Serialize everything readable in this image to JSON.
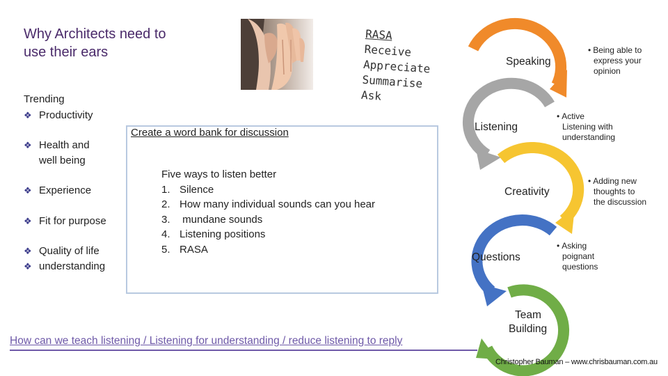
{
  "title": "Why Architects need to use their ears",
  "left_list": {
    "header": "Trending",
    "items": [
      "Productivity",
      "Health and well being",
      "Experience",
      "Fit for purpose",
      "Quality of life",
      "understanding"
    ]
  },
  "rasa": {
    "lines": [
      "RASA",
      "Receive",
      "Appreciate",
      "Summarise",
      "Ask"
    ]
  },
  "box": {
    "heading": "Create a word bank for discussion",
    "list_title": "Five ways to listen better",
    "items": [
      {
        "num": "1.",
        "text": "Silence"
      },
      {
        "num": "2.",
        "text": "How many individual sounds can you hear"
      },
      {
        "num": "3.",
        "text": " mundane sounds"
      },
      {
        "num": "4.",
        "text": "Listening positions"
      },
      {
        "num": "5.",
        "text": "RASA"
      }
    ]
  },
  "bottom_line": "How can we teach listening  / Listening for understanding / reduce listening to reply",
  "cycle": {
    "labels": {
      "speaking": "Speaking",
      "listening": "Listening",
      "creativity": "Creativity",
      "questions": "Questions",
      "team_building_1": "Team",
      "team_building_2": "Building"
    },
    "notes": {
      "speaking": [
        "Being able to",
        "express your",
        "opinion"
      ],
      "listening": [
        "Active",
        "Listening with",
        "understanding"
      ],
      "creativity": [
        "Adding new",
        "thoughts to",
        "the discussion"
      ],
      "questions": [
        "Asking",
        "poignant",
        "questions"
      ]
    },
    "colors": {
      "speaking": "#f08a2a",
      "listening": "#a6a6a6",
      "creativity": "#f6c531",
      "questions": "#4472c4",
      "team_building": "#70ad47"
    }
  },
  "credit": "Christopher Bauman – www.chrisbauman.com.au",
  "icons": {
    "bullet": "diamond-bullet-icon",
    "ear": "ear-photo"
  }
}
